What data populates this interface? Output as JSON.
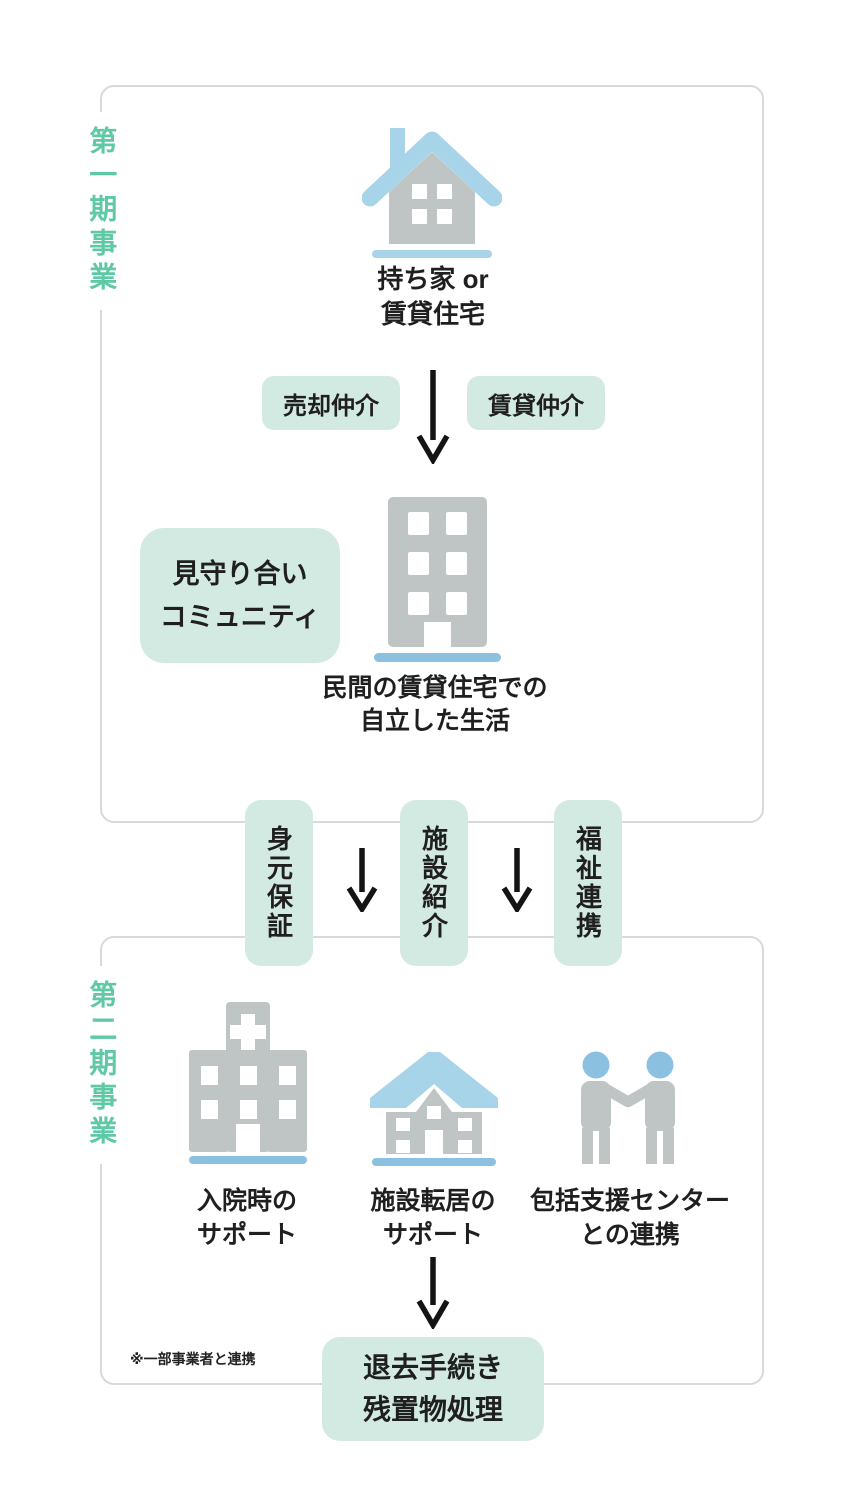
{
  "colors": {
    "accent_teal": "#5fc8a5",
    "badge_mint": "#d3eae2",
    "icon_gray": "#bfc5c5",
    "icon_blue_light": "#a7d4e8",
    "icon_blue": "#8bc0e0",
    "border_gray": "#d6dada",
    "arrow_black": "#141414"
  },
  "phase1": {
    "title": "第一期事業",
    "house_caption": {
      "line1": "持ち家 or",
      "line2": "賃貸住宅"
    },
    "pill_sell": "売却仲介",
    "pill_rent": "賃貸仲介",
    "community_badge": {
      "line1": "見守り合い",
      "line2": "コミュニティ"
    },
    "building_caption": {
      "line1": "民間の賃貸住宅での",
      "line2": "自立した生活"
    }
  },
  "transition": {
    "pill_identity": "身元保証",
    "pill_facility": "施設紹介",
    "pill_welfare": "福祉連携"
  },
  "phase2": {
    "title": "第二期事業",
    "hospital_caption": {
      "line1": "入院時の",
      "line2": "サポート"
    },
    "relocation_caption": {
      "line1": "施設転居の",
      "line2": "サポート"
    },
    "partnership_caption": {
      "line1": "包括支援センター",
      "line2": "との連携"
    },
    "note": "※一部事業者と連携",
    "exit_badge": {
      "line1": "退去手続き",
      "line2": "残置物処理"
    }
  }
}
